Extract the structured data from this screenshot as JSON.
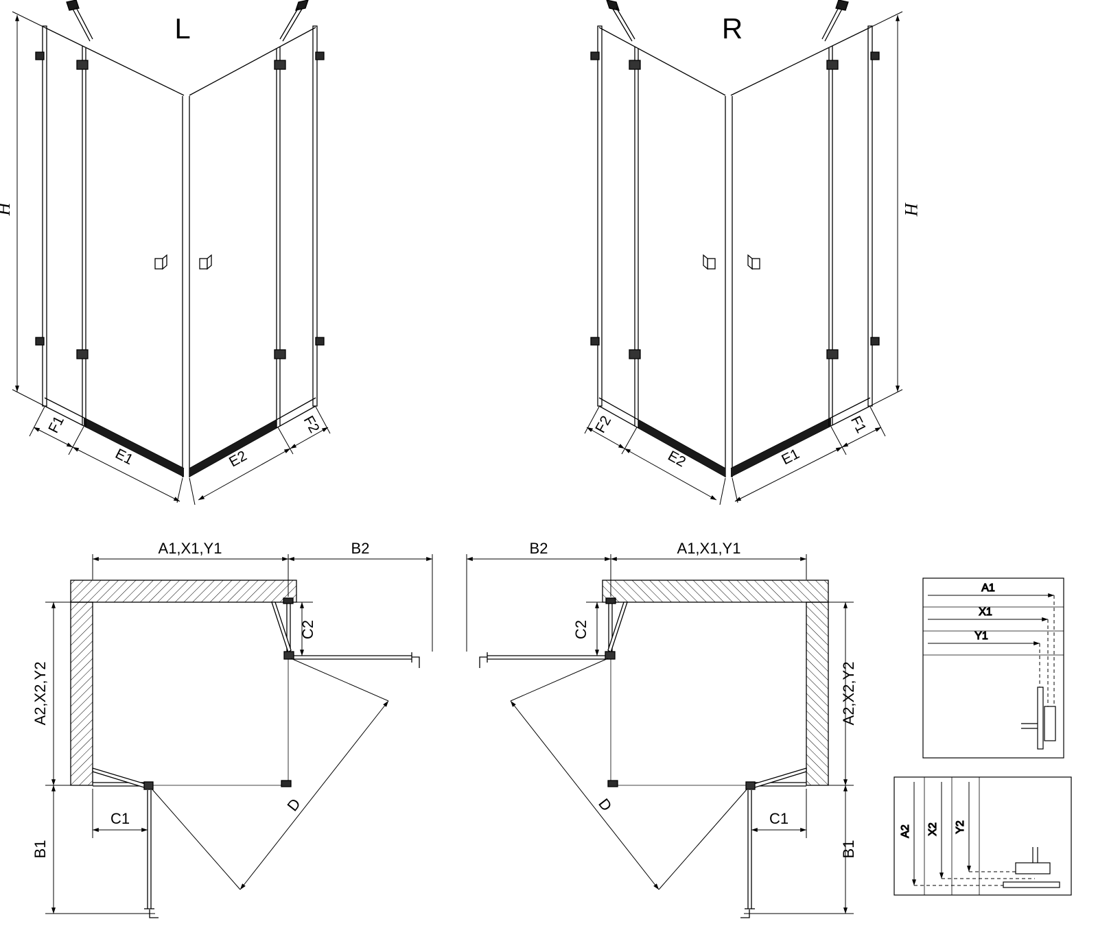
{
  "views": {
    "persp_left": {
      "label": "L",
      "h": "H",
      "f1": "F1",
      "e1": "E1",
      "e2": "E2",
      "f2": "F2"
    },
    "persp_right": {
      "label": "R",
      "h": "H",
      "f1": "F1",
      "e1": "E1",
      "e2": "E2",
      "f2": "F2"
    },
    "plan_left": {
      "a1": "A1,X1,Y1",
      "b2": "B2",
      "c2": "C2",
      "a2": "A2,X2,Y2",
      "b1": "B1",
      "c1": "C1",
      "d": "D"
    },
    "plan_right": {
      "a1": "A1,X1,Y1",
      "b2": "B2",
      "c2": "C2",
      "a2": "A2,X2,Y2",
      "b1": "B1",
      "c1": "C1",
      "d": "D"
    },
    "detail_top": {
      "a1": "A1",
      "x1": "X1",
      "y1": "Y1"
    },
    "detail_bottom": {
      "a2": "A2",
      "x2": "X2",
      "y2": "Y2"
    }
  },
  "colors": {
    "line": "#000000",
    "background": "#ffffff",
    "hardware": "#1a1a1a"
  }
}
